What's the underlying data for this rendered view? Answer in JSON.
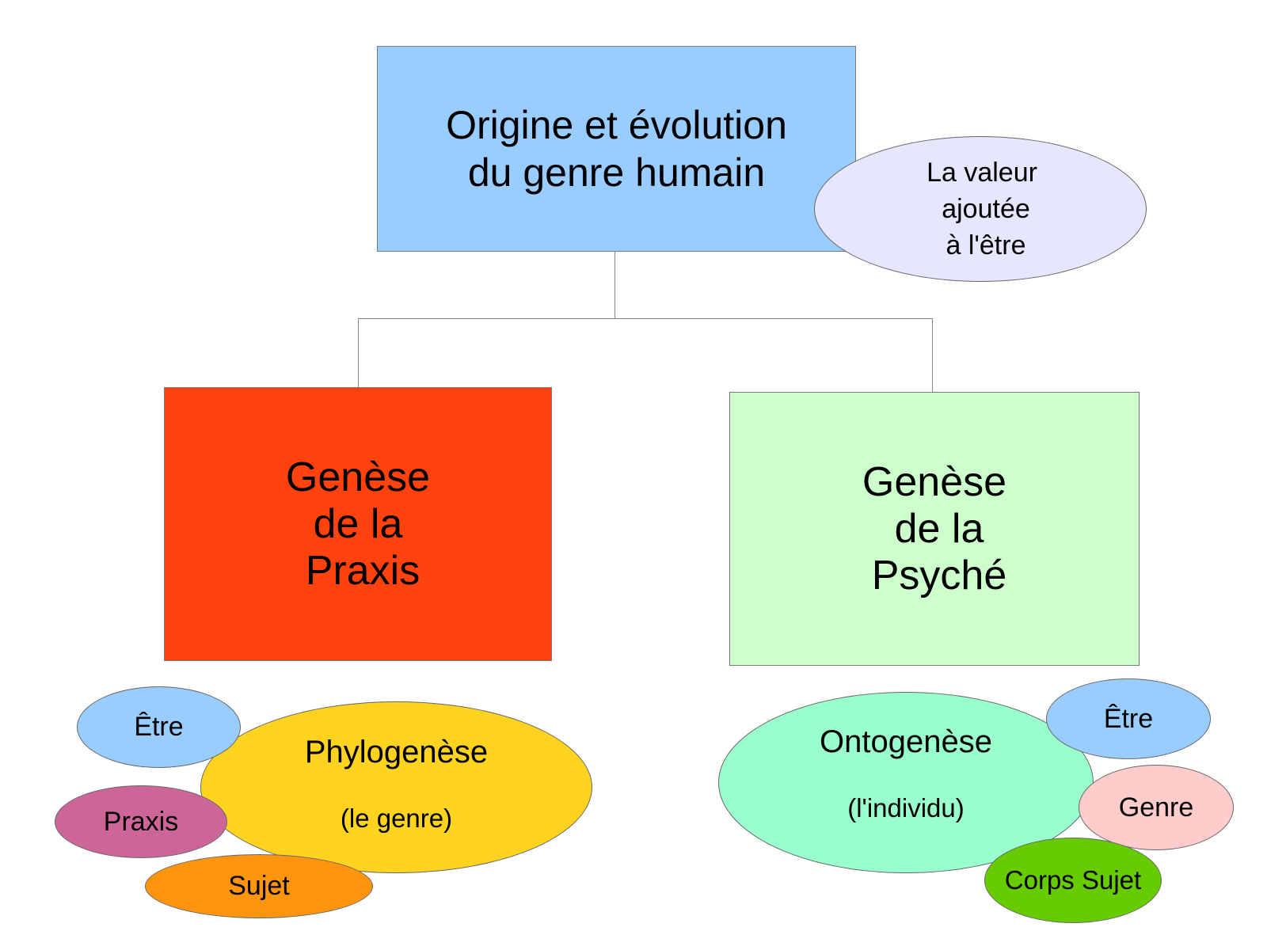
{
  "top_box": {
    "lines": [
      "Origine et évolution",
      "du genre humain"
    ],
    "color": "#99ccff"
  },
  "value_bubble": {
    "lines": [
      "La valeur",
      "ajoutée",
      "à l'être"
    ],
    "color": "#e6e6ff"
  },
  "left_box": {
    "lines": [
      "Genèse",
      "de la",
      "Praxis"
    ],
    "color": "#ff420e"
  },
  "right_box": {
    "lines": [
      "Genèse",
      "de la",
      "Psyché"
    ],
    "color": "#ccffcc"
  },
  "left_cluster": {
    "main": {
      "title": "Phylogenèse",
      "subtitle": "(le genre)",
      "color": "#ffd320"
    },
    "etre": {
      "label": "Être",
      "color": "#99ccff"
    },
    "praxis": {
      "label": "Praxis",
      "color": "#cc6699"
    },
    "sujet": {
      "label": "Sujet",
      "color": "#ff950e"
    }
  },
  "right_cluster": {
    "main": {
      "title": "Ontogenèse",
      "subtitle": "(l'individu)",
      "color": "#99ffcc"
    },
    "etre": {
      "label": "Être",
      "color": "#99ccff"
    },
    "genre": {
      "label": "Genre",
      "color": "#ffcccc"
    },
    "corps": {
      "label": "Corps Sujet",
      "color": "#66cc00"
    }
  }
}
